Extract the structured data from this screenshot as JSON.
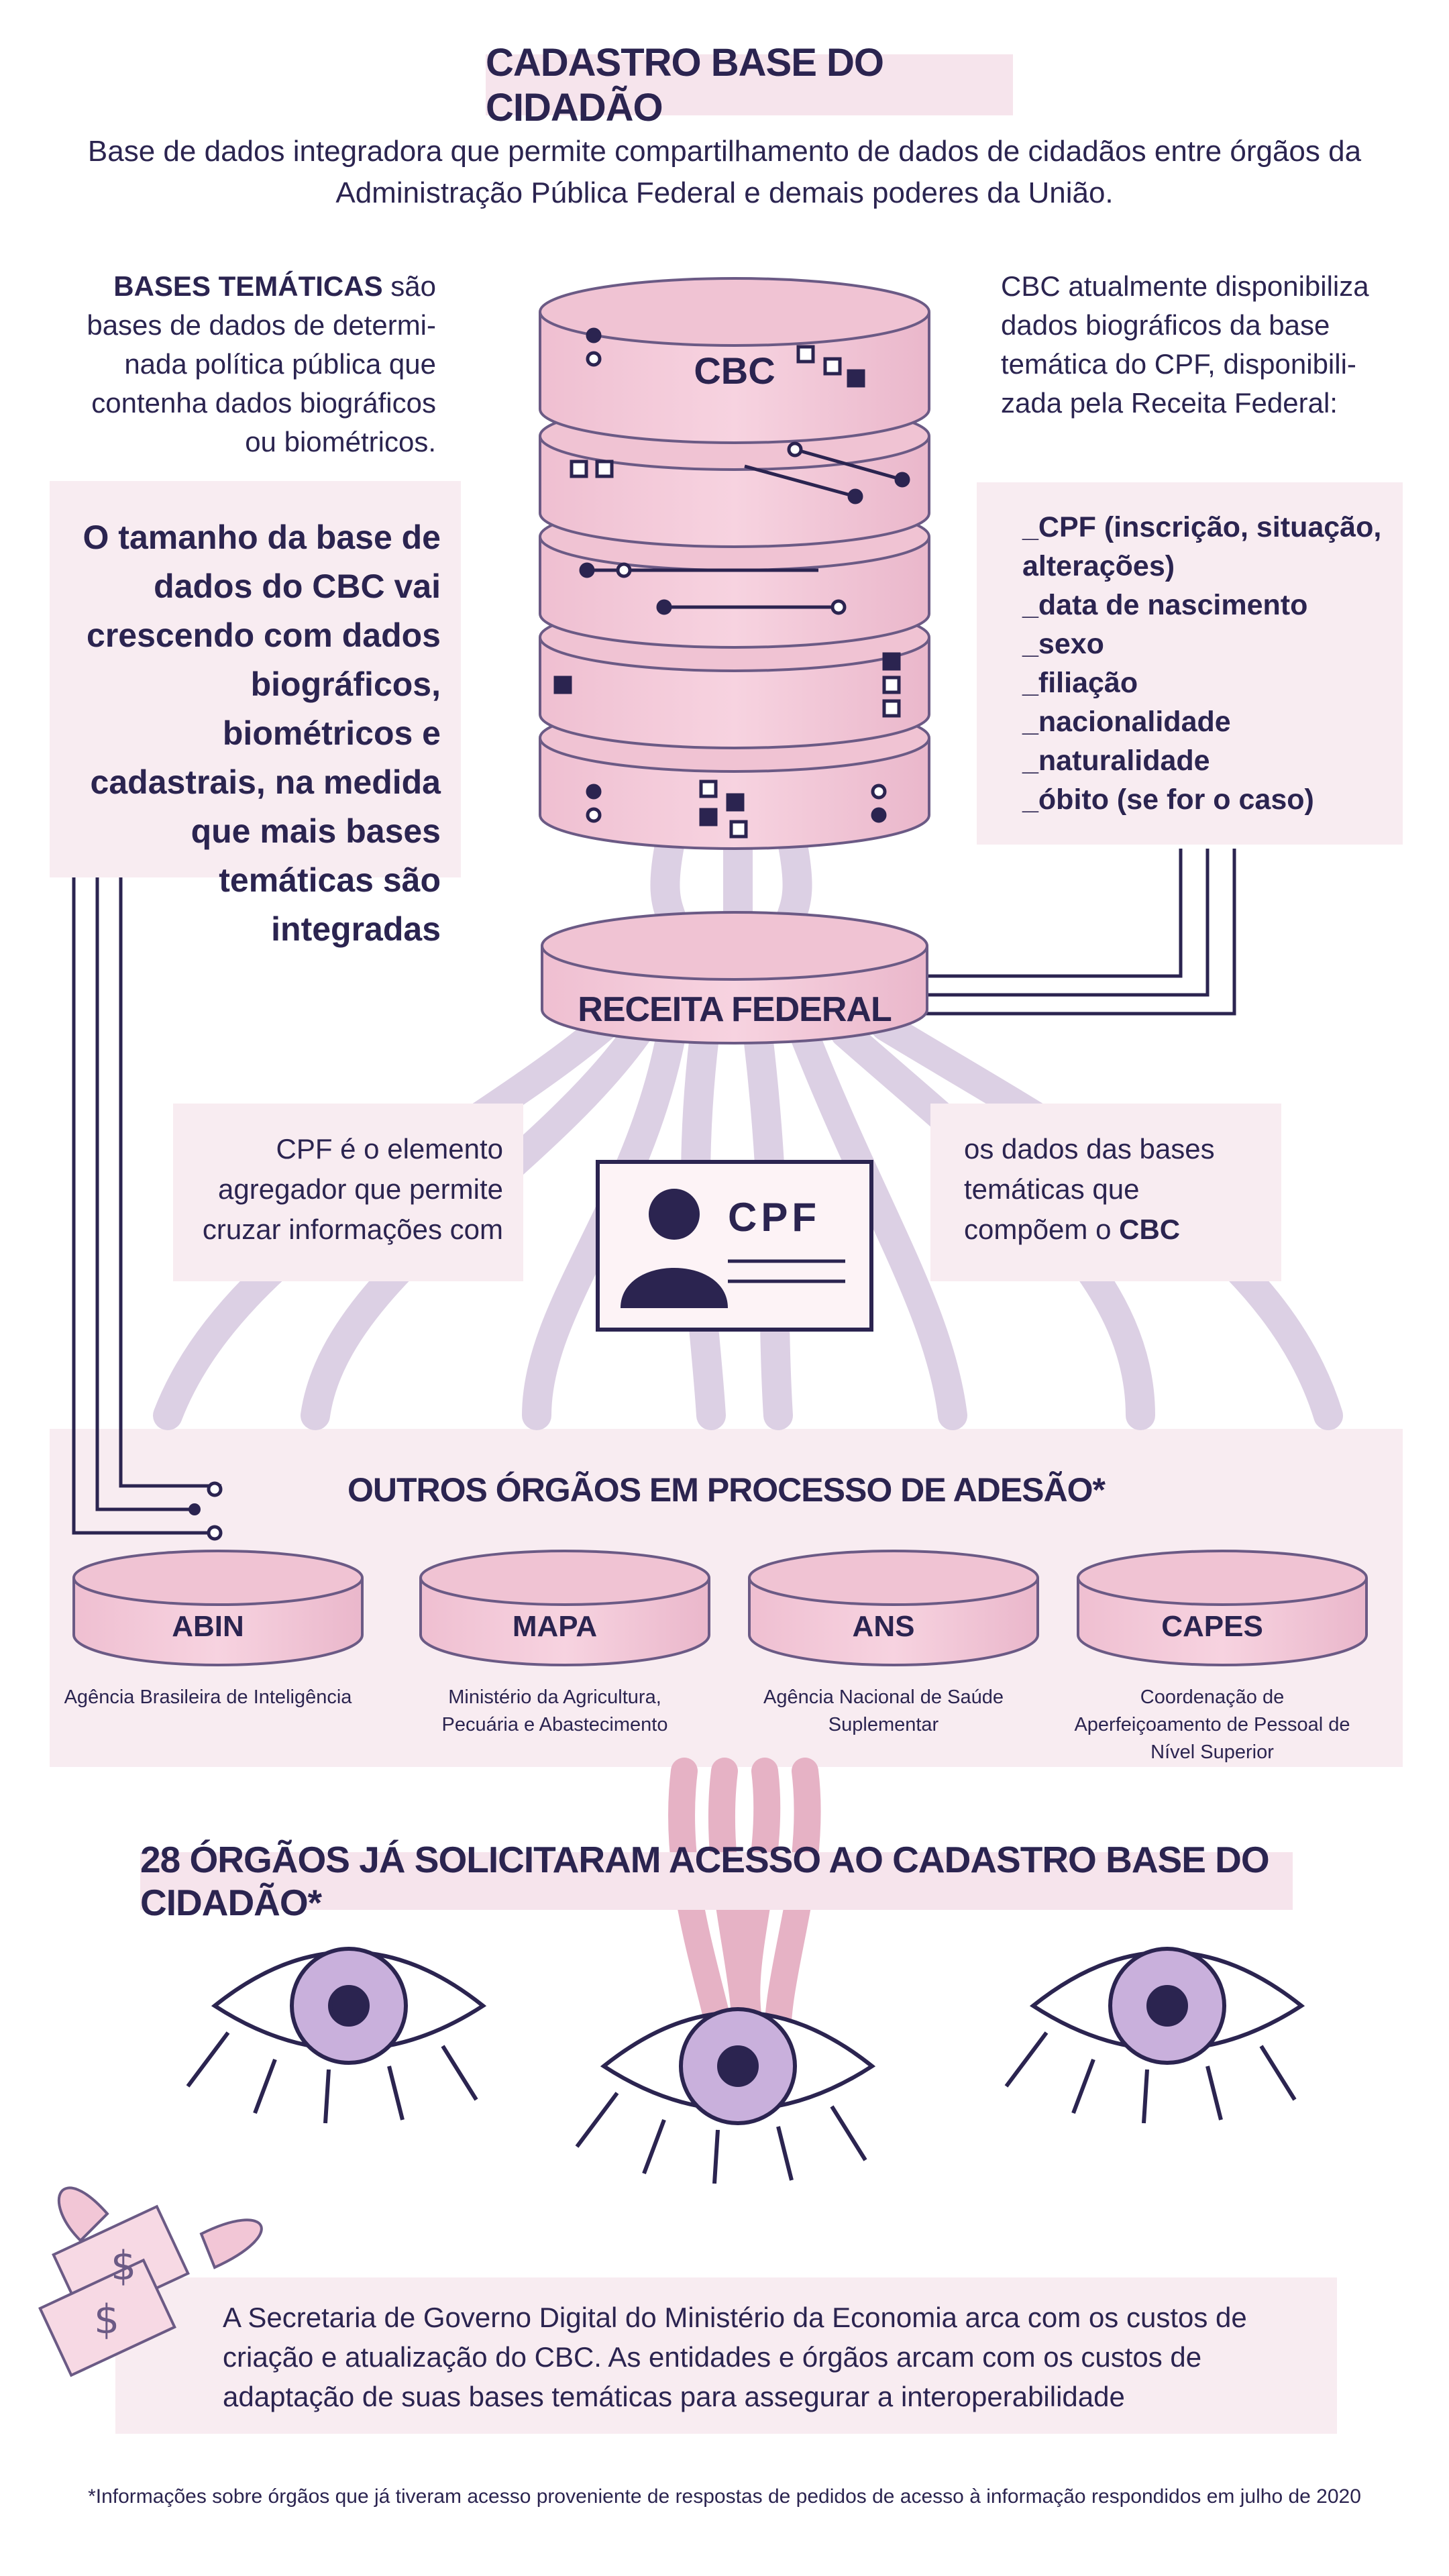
{
  "title": "CADASTRO BASE DO CIDADÃO",
  "subtitle": [
    "Base de dados integradora que permite compartilhamento de dados de cidadãos entre órgãos da",
    "Administração Pública Federal e demais poderes da União."
  ],
  "left_intro": {
    "bold": "BASES TEMÁTICAS",
    "rest": " são bases de dados de determi-nada política pública que contenha dados biográficos ou biométricos."
  },
  "left_box": "O tamanho da base de dados do CBC vai crescendo com dados biográficos, biométricos e cadastrais, na medida que mais bases temáticas são integradas",
  "right_intro": "CBC atualmente disponibiliza dados biográficos da base temática do CPF, disponibili-zada pela Receita Federal:",
  "cpf_fields": [
    "_CPF (inscrição, situação, alterações)",
    "_data de nascimento",
    "_sexo",
    "_filiação",
    "_nacionalidade",
    "_naturalidade",
    "_óbito (se for o caso)"
  ],
  "cbc_label": "CBC",
  "receita_label": "RECEITA FEDERAL",
  "cpf_left_text": "CPF é o elemento agregador que permite cruzar informações com",
  "cpf_right_text": {
    "rest": "os dados das bases temáticas que compõem o ",
    "bold": "CBC"
  },
  "cpf_card_label": "CPF",
  "outros": {
    "heading": "OUTROS ÓRGÃOS EM PROCESSO DE ADESÃO*",
    "orgs": [
      {
        "name": "ABIN",
        "desc": "Agência Brasileira de Inteligência"
      },
      {
        "name": "MAPA",
        "desc": "Ministério da Agricultura, Pecuária e Abastecimento"
      },
      {
        "name": "ANS",
        "desc": "Agência Nacional de Saúde Suplementar"
      },
      {
        "name": "CAPES",
        "desc": "Coordenação de Aperfeiçoamento de Pessoal de Nível Superior"
      }
    ]
  },
  "requests_heading": "28 ÓRGÃOS JÁ SOLICITARAM ACESSO AO CADASTRO BASE DO CIDADÃO*",
  "costs_text": "A Secretaria de Governo Digital do Ministério da Economia arca com os custos de criação e atualização do CBC. As entidades e órgãos arcam com os custos de adaptação de suas bases temáticas para assegurar a interoperabilidade",
  "footnote": "*Informações sobre órgãos que já tiveram acesso proveniente de respostas de pedidos de acesso à informação respondidos em julho de 2020",
  "colors": {
    "ink": "#2b2450",
    "pink": "#f2c6d6",
    "box": "#f8ecf1",
    "cable": "#d9cde3"
  }
}
